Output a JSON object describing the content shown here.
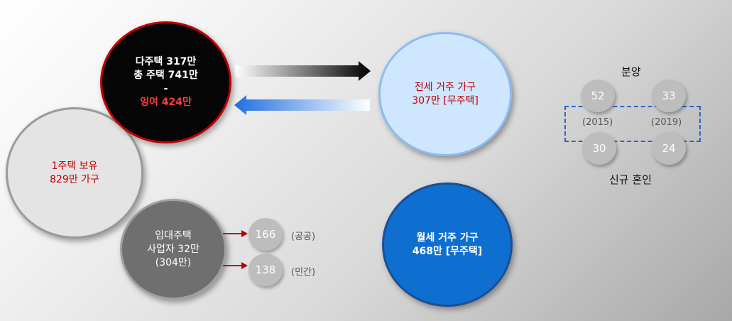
{
  "multi_owner": {
    "line1": "다주택 317만",
    "line2": "총 주택 741만",
    "line3": "-",
    "line4": "잉여 424만"
  },
  "one_owner": {
    "line1": "1주택 보유",
    "line2": "829만 가구"
  },
  "rental_biz": {
    "line1": "임대주택",
    "line2": "사업자 32만",
    "line3": "(304만)"
  },
  "rental_split": [
    {
      "value": "166",
      "label": "(공공)"
    },
    {
      "value": "138",
      "label": "(민간)"
    }
  ],
  "jeonse": {
    "line1": "전세 거주 가구",
    "line2": "307만 [무주택]"
  },
  "wolse": {
    "line1": "월세 거주 가구",
    "line2": "468만 [무주택]"
  },
  "comparison": {
    "top_label": "분양",
    "bottom_label": "신규 혼인",
    "years": [
      "(2015)",
      "(2019)"
    ],
    "top_values": [
      "52",
      "33"
    ],
    "bottom_values": [
      "30",
      "24"
    ]
  },
  "colors": {
    "accent_red": "#c00000",
    "jeonse_blue": "#cfe6ff",
    "wolse_blue": "#0f6fd0",
    "dash_blue": "#2f63c8"
  }
}
